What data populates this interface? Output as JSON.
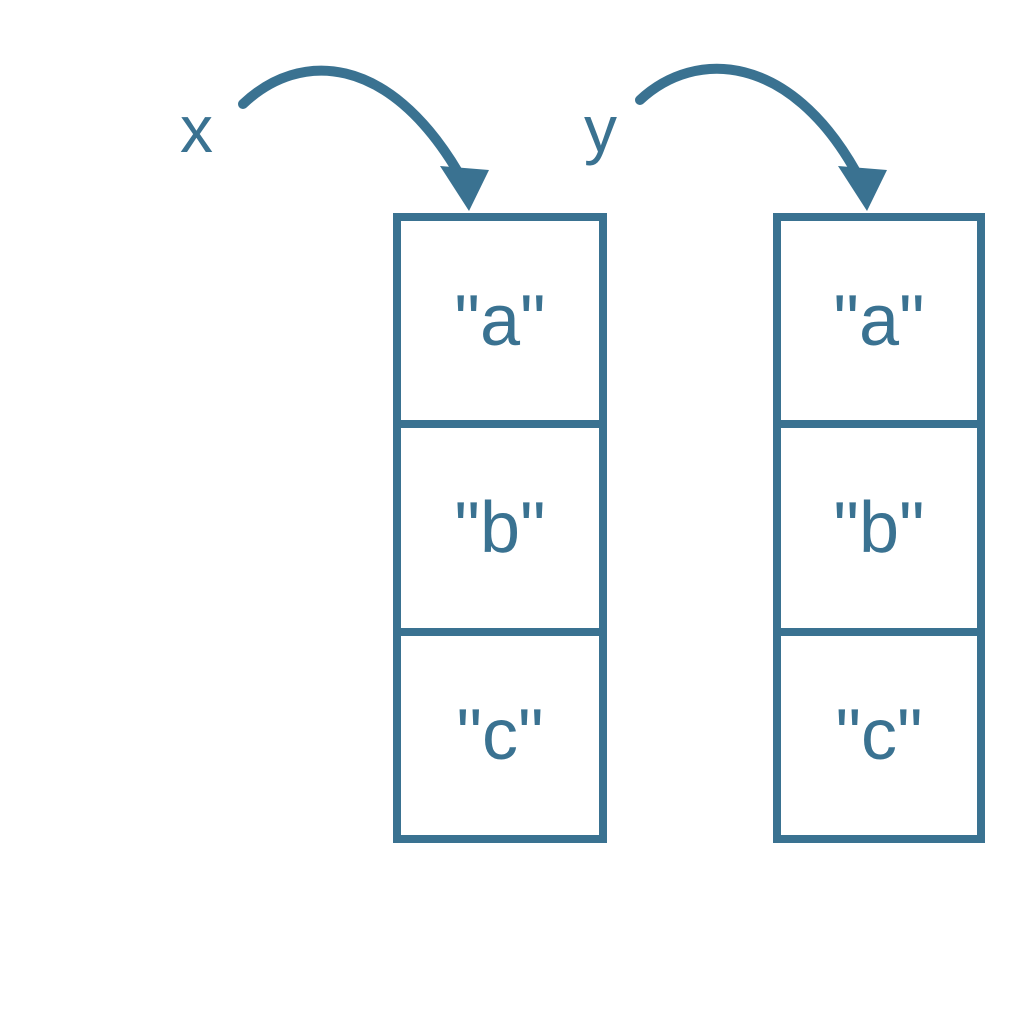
{
  "diagram": {
    "type": "state-diagram",
    "accent_color": "#3a7291",
    "background_color": "#ffffff",
    "variables": [
      {
        "name": "x"
      },
      {
        "name": "y"
      }
    ],
    "lists": [
      {
        "variable": "x",
        "cells": [
          "\"a\"",
          "\"b\"",
          "\"c\""
        ]
      },
      {
        "variable": "y",
        "cells": [
          "\"a\"",
          "\"b\"",
          "\"c\""
        ]
      }
    ]
  }
}
